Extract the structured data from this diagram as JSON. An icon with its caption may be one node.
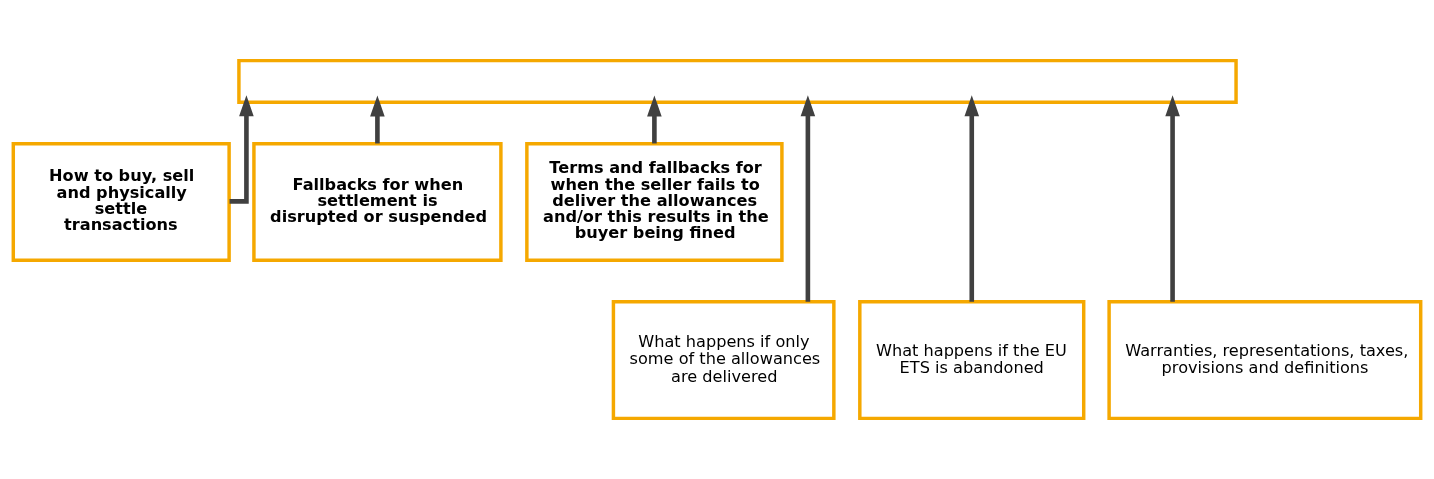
{
  "diagram": {
    "nodes": [
      {
        "text": [],
        "shape": "box"
      },
      {
        "text": [
          "How to buy, sell and physically settle transactions"
        ]
      },
      {
        "text": [
          "Fallbacks for when settlement is disrupted or suspended"
        ]
      },
      {
        "text": [
          "Terms and fallbacks for when the seller fails to deliver the allowances and/or this results in the buyer being fined"
        ]
      },
      {
        "text": [
          "What happens if only some of the allowances are delivered"
        ]
      },
      {
        "text": [
          "What happens if the EU ETS is abandoned"
        ]
      },
      {
        "text": [
          "Warranties, representations, taxes, provisions and definitions"
        ]
      }
    ],
    "edges": [
      {
        "from": 1,
        "to": 0,
        "arrow": "to"
      },
      {
        "from": 4,
        "to": 0,
        "arrow": "to"
      },
      {
        "from": 5,
        "to": 0,
        "arrow": "to"
      },
      {
        "from": 2,
        "to": 0,
        "arrow": "to"
      },
      {
        "from": 6,
        "to": 0,
        "arrow": "to"
      },
      {
        "from": 3,
        "to": 0,
        "arrow": "to"
      }
    ]
  }
}
